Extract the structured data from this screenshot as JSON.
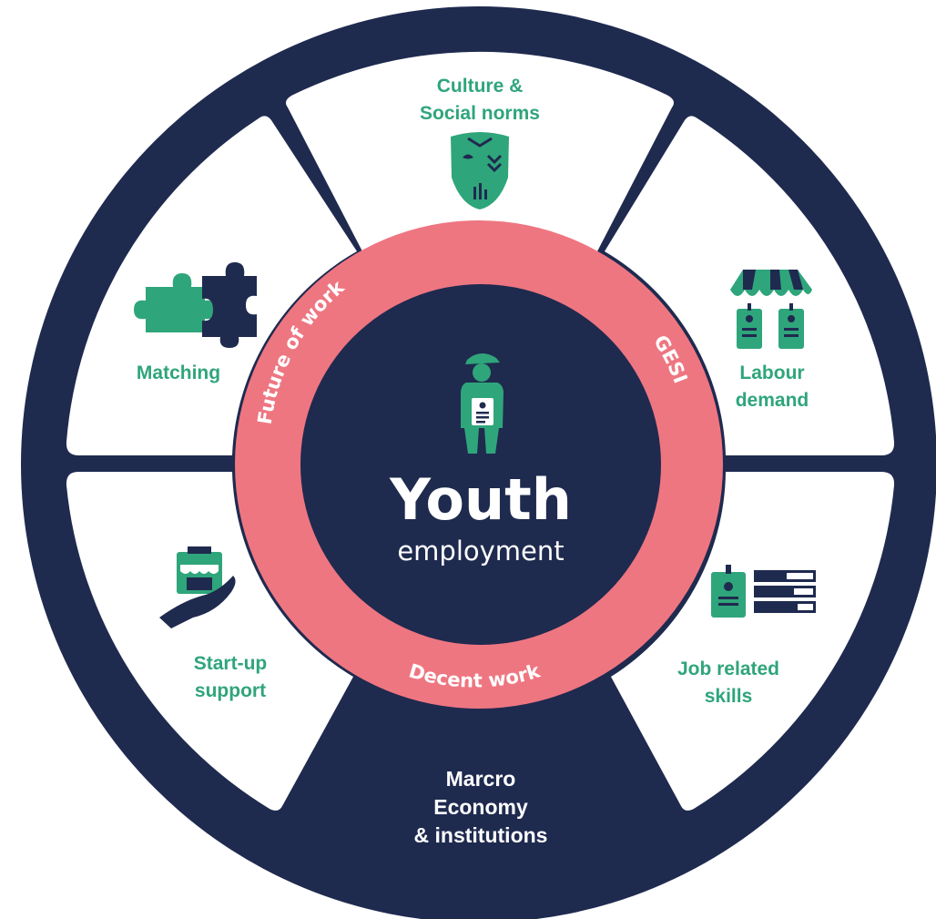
{
  "colors": {
    "navy": "#1f2a4f",
    "pink": "#ee7681",
    "green": "#2fa57b",
    "white": "#ffffff"
  },
  "center": {
    "title": "Youth",
    "subtitle": "employment"
  },
  "ring": {
    "future_of_work": "Future of work",
    "gesi": "GESI",
    "decent_work": "Decent work"
  },
  "segments": {
    "culture": {
      "line1": "Culture &",
      "line2": "Social norms",
      "icon": "mask-icon"
    },
    "labour": {
      "line1": "Labour",
      "line2": "demand",
      "icon": "market-stall-icon"
    },
    "skills": {
      "line1": "Job related",
      "line2": "skills",
      "icon": "id-card-skills-icon"
    },
    "macro": {
      "line1": "Marcro",
      "line2": "Economy",
      "line3": "& institutions"
    },
    "startup": {
      "line1": "Start-up",
      "line2": "support",
      "icon": "hand-shop-icon"
    },
    "matching": {
      "line1": "Matching",
      "icon": "puzzle-icon"
    }
  }
}
